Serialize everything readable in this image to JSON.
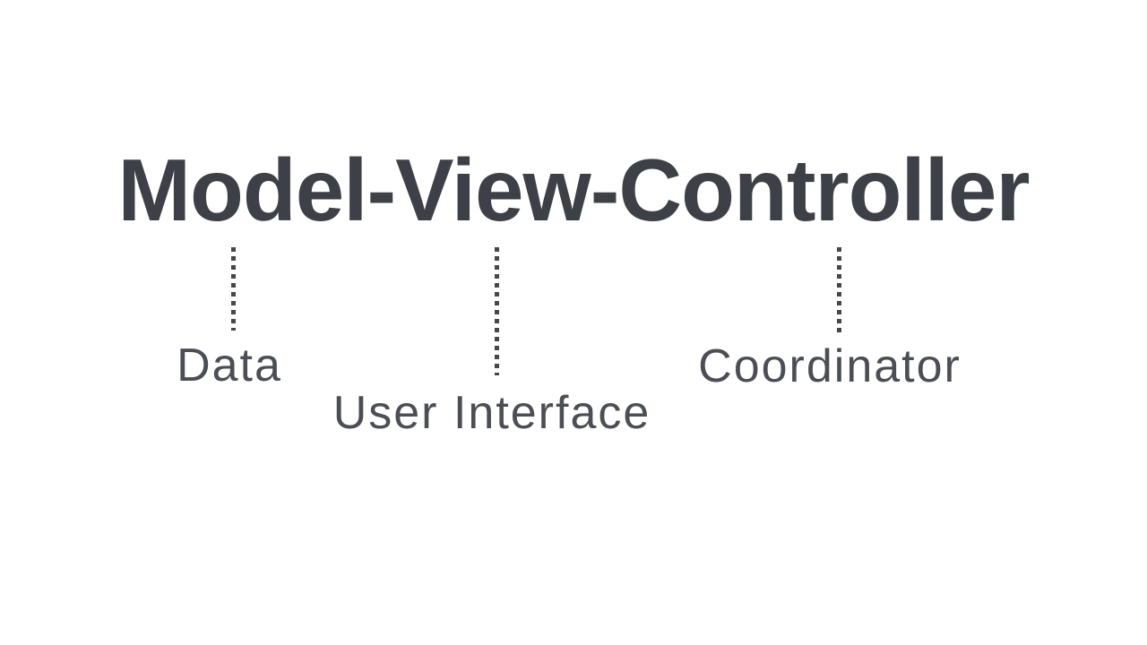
{
  "title": "Model-View-Controller",
  "annotations": [
    {
      "term": "Model",
      "label": "Data"
    },
    {
      "term": "View",
      "label": "User Interface"
    },
    {
      "term": "Controller",
      "label": "Coordinator"
    }
  ],
  "colors": {
    "background": "#ffffff",
    "title_text": "#3d4147",
    "label_text": "#4b4f55",
    "dotted_line": "#44474c"
  }
}
